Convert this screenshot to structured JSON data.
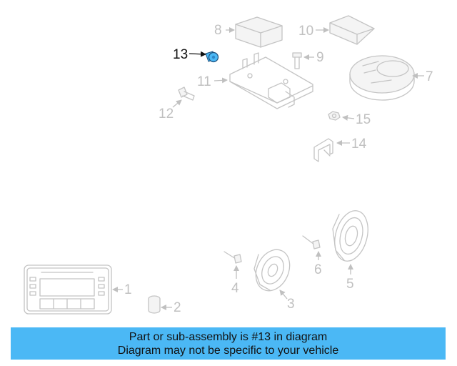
{
  "highlight_color": "#4bb8f5",
  "callouts": [
    {
      "num": "1",
      "part": "radio-head-unit"
    },
    {
      "num": "2",
      "part": "bushing"
    },
    {
      "num": "3",
      "part": "speaker"
    },
    {
      "num": "4",
      "part": "bolt"
    },
    {
      "num": "5",
      "part": "speaker"
    },
    {
      "num": "6",
      "part": "bolt"
    },
    {
      "num": "7",
      "part": "subwoofer"
    },
    {
      "num": "8",
      "part": "module"
    },
    {
      "num": "9",
      "part": "bolt"
    },
    {
      "num": "10",
      "part": "module"
    },
    {
      "num": "11",
      "part": "mounting-bracket"
    },
    {
      "num": "12",
      "part": "bolt"
    },
    {
      "num": "13",
      "part": "screw",
      "highlighted": true
    },
    {
      "num": "14",
      "part": "bracket"
    },
    {
      "num": "15",
      "part": "nut"
    }
  ],
  "banner": {
    "line1": "Part or sub-assembly is #13 in diagram",
    "line2": "Diagram may not be specific to your vehicle"
  }
}
